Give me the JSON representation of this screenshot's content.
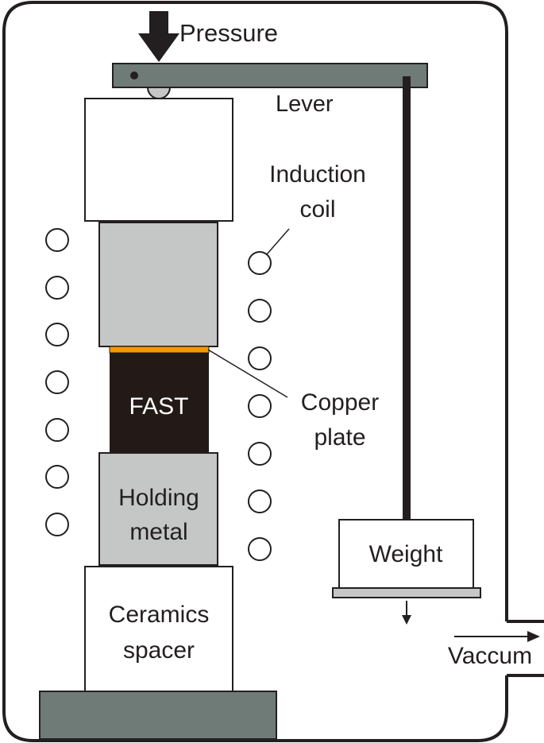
{
  "labels": {
    "pressure": "Pressure",
    "lever": "Lever",
    "induction_coil_line1": "Induction",
    "induction_coil_line2": "coil",
    "fast": "FAST",
    "copper_plate_line1": "Copper",
    "copper_plate_line2": "plate",
    "holding_metal_line1": "Holding",
    "holding_metal_line2": "metal",
    "ceramics_spacer_line1": "Ceramics",
    "ceramics_spacer_line2": "spacer",
    "weight": "Weight",
    "vacuum": "Vaccum"
  },
  "colors": {
    "outline": "#231f20",
    "lever": "#6f7b76",
    "base": "#6f7b76",
    "holding_metal": "#c5c7c6",
    "upper_block": "#c5c7c6",
    "weight_tray": "#c5c7c6",
    "fast_sample": "#231916",
    "copper_plate": "#f39800",
    "background": "#ffffff"
  }
}
